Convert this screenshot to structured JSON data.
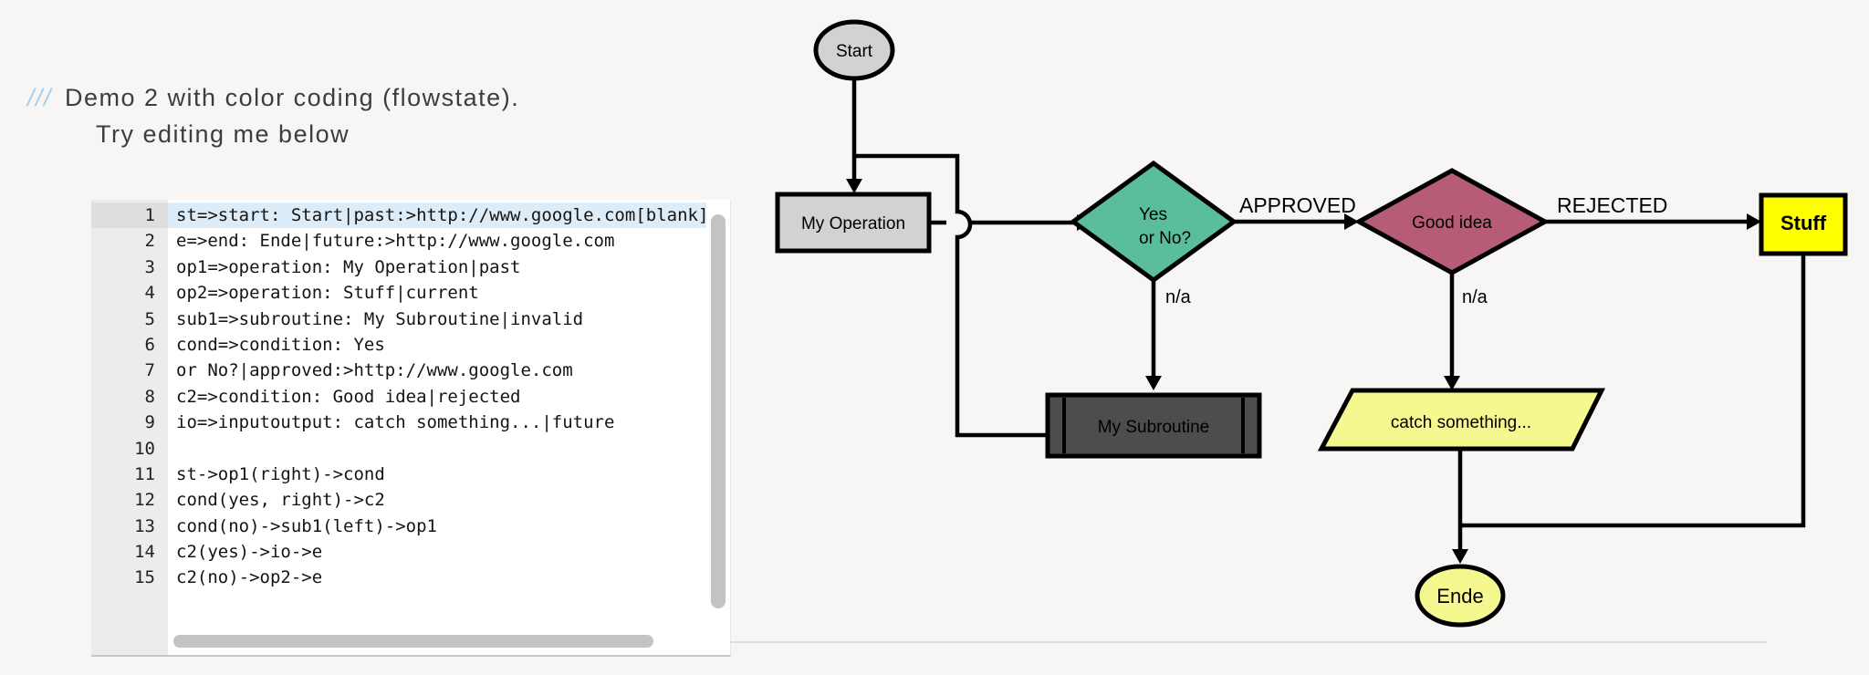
{
  "header": {
    "slashes": "///",
    "title": "Demo 2 with color coding (flowstate).",
    "subtitle": "Try editing me below"
  },
  "editor": {
    "lines": [
      {
        "num": "1",
        "code": "st=>start: Start|past:>http://www.google.com[blank]"
      },
      {
        "num": "2",
        "code": "e=>end: Ende|future:>http://www.google.com"
      },
      {
        "num": "3",
        "code": "op1=>operation: My Operation|past"
      },
      {
        "num": "4",
        "code": "op2=>operation: Stuff|current"
      },
      {
        "num": "5",
        "code": "sub1=>subroutine: My Subroutine|invalid"
      },
      {
        "num": "6",
        "code": "cond=>condition: Yes"
      },
      {
        "num": "7",
        "code": "or No?|approved:>http://www.google.com"
      },
      {
        "num": "8",
        "code": "c2=>condition: Good idea|rejected"
      },
      {
        "num": "9",
        "code": "io=>inputoutput: catch something...|future"
      },
      {
        "num": "10",
        "code": ""
      },
      {
        "num": "11",
        "code": "st->op1(right)->cond"
      },
      {
        "num": "12",
        "code": "cond(yes, right)->c2"
      },
      {
        "num": "13",
        "code": "cond(no)->sub1(left)->op1"
      },
      {
        "num": "14",
        "code": "c2(yes)->io->e"
      },
      {
        "num": "15",
        "code": "c2(no)->op2->e"
      }
    ]
  },
  "flowchart": {
    "nodes": {
      "start": {
        "label": "Start"
      },
      "operation": {
        "label": "My Operation"
      },
      "cond1": {
        "label_line1": "Yes",
        "label_line2": "or No?"
      },
      "cond2": {
        "label": "Good idea"
      },
      "stuff": {
        "label": "Stuff"
      },
      "subroutine": {
        "label": "My Subroutine"
      },
      "io": {
        "label": "catch something..."
      },
      "end": {
        "label": "Ende"
      }
    },
    "edge_labels": {
      "approved": "APPROVED",
      "rejected": "REJECTED",
      "cond1_na": "n/a",
      "cond2_na": "n/a"
    },
    "colors": {
      "gray": "#d2d2d2",
      "teal": "#5abd9c",
      "rose": "#b65c77",
      "yellow": "#ffff00",
      "pale_yellow": "#f5f78f",
      "dark": "#4d4d4d",
      "red_text": "#ff0000"
    }
  }
}
